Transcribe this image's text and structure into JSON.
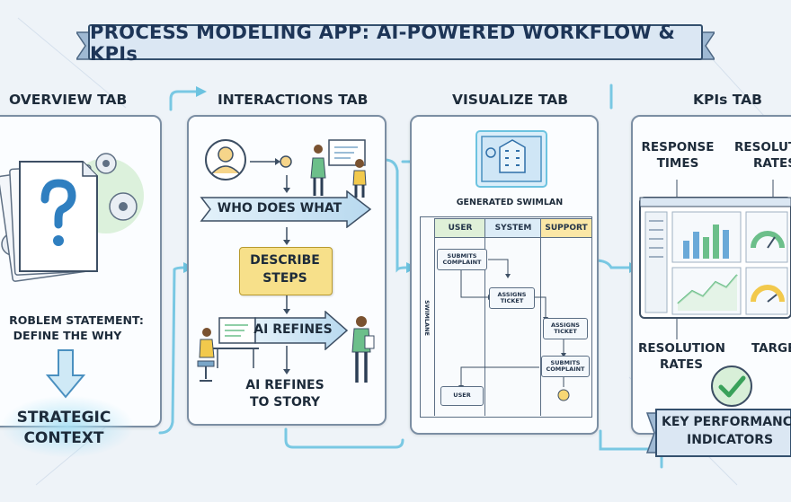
{
  "banner": {
    "title": "PROCESS MODELING APP: AI-POWERED WORKFLOW & KPIs"
  },
  "tabs": {
    "overview": {
      "title": "OVERVIEW TAB",
      "problem_line1": "ROBLEM STATEMENT:",
      "problem_line2": "DEFINE THE WHY",
      "context_line1": "STRATEGIC",
      "context_line2": "CONTEXT"
    },
    "interactions": {
      "title": "INTERACTIONS TAB",
      "who": "WHO DOES WHAT",
      "describe_line1": "DESCRIBE",
      "describe_line2": "STEPS",
      "ai_refines": "AI REFINES",
      "story_line1": "AI REFINES",
      "story_line2": "TO STORY"
    },
    "visualize": {
      "title": "VISUALIZE TAB",
      "generated": "GENERATED SWIMLAN",
      "lanes": [
        "USER",
        "SYSTEM",
        "SUPPORT"
      ],
      "swimlane_label": "SWIMLANE",
      "steps": {
        "submit1_l1": "SUBMITS",
        "submit1_l2": "COMPLAINT",
        "assign1_l1": "ASSIGNS",
        "assign1_l2": "TICKET",
        "assign2_l1": "ASSIGNS",
        "assign2_l2": "TICKET",
        "submit2_l1": "SUBMITS",
        "submit2_l2": "COMPLAINT",
        "user": "USER"
      }
    },
    "kpis": {
      "title": "KPIs TAB",
      "response_l1": "RESPONSE",
      "response_l2": "TIMES",
      "resolu_top_l1": "RESOLUTI",
      "resolu_top_l2": "RATES",
      "resolution_l1": "RESOLUTION",
      "resolution_l2": "RATES",
      "target": "TARGE",
      "kpi_l1": "KEY PERFORMANC",
      "kpi_l2": "INDICATORS"
    }
  },
  "colors": {
    "accent_blue": "#58b8d6",
    "sticky_yellow": "#f7e08a",
    "banner_fill": "#dbe7f3",
    "check_green": "#3aa15a"
  },
  "icons": [
    "question-document-icon",
    "gear-icon",
    "person-avatar-icon",
    "presenter-people-icon",
    "developer-desk-icon",
    "blueprint-building-icon",
    "dashboard-monitor-icon",
    "checkmark-icon"
  ]
}
